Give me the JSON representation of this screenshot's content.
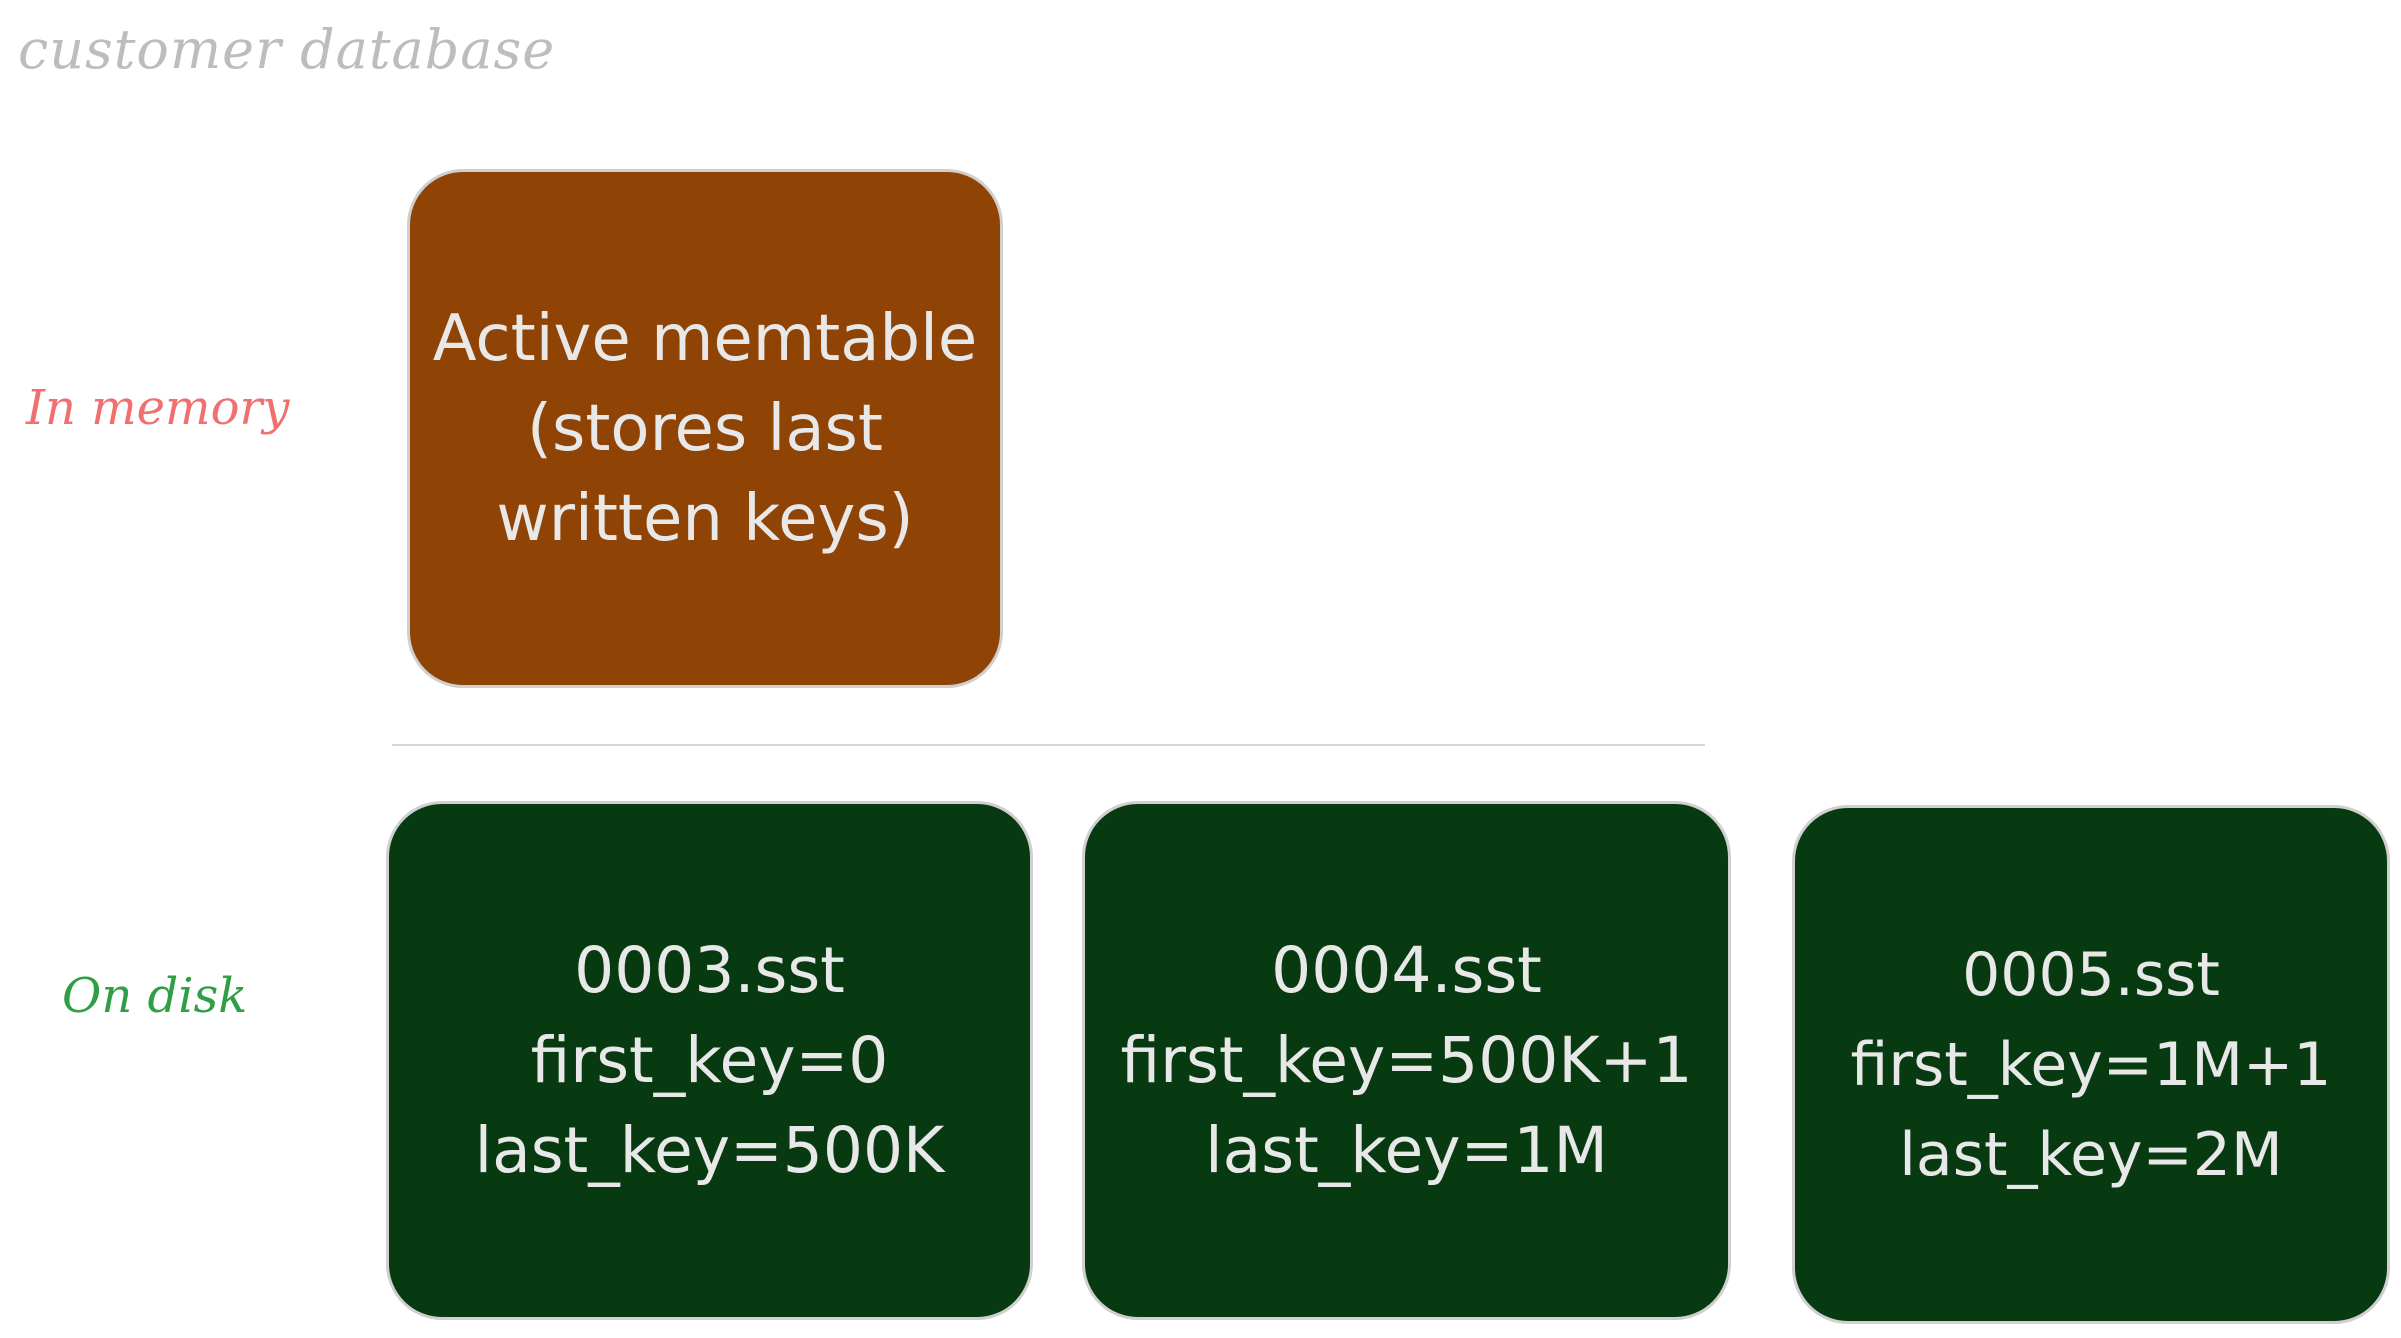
{
  "title": "customer database",
  "labels": {
    "in_memory": "In memory",
    "on_disk": "On disk"
  },
  "memtable": {
    "lines": [
      "Active memtable",
      "(stores last",
      "written keys)"
    ]
  },
  "sst_files": [
    {
      "name": "0003.sst",
      "first_key": "first_key=0",
      "last_key": "last_key=500K"
    },
    {
      "name": "0004.sst",
      "first_key": "first_key=500K+1",
      "last_key": "last_key=1M"
    },
    {
      "name": "0005.sst",
      "first_key": "first_key=1M+1",
      "last_key": "last_key=2M"
    }
  ],
  "colors": {
    "memtable_fill": "#8f4304",
    "sst_fill": "#083a11",
    "memory_label": "#f07070",
    "disk_label": "#2f9e44",
    "title": "#bdbdbd"
  }
}
